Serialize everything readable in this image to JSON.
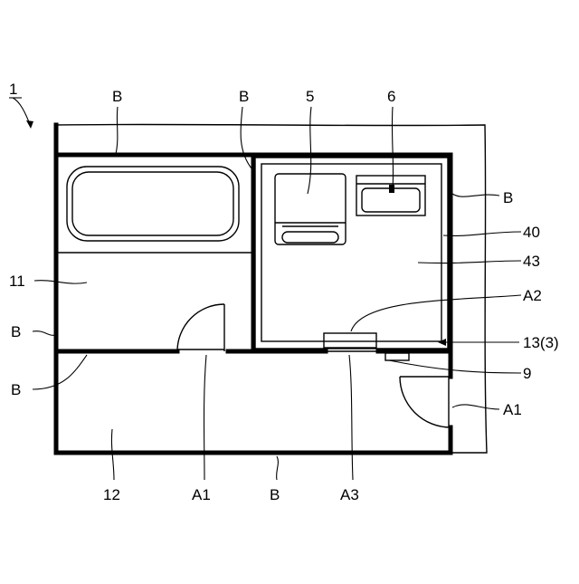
{
  "figure": {
    "ref_main": "1",
    "labels": {
      "b_top_left": "B",
      "b_top_mid": "B",
      "n5": "5",
      "n6": "6",
      "b_right": "B",
      "n40": "40",
      "n43": "43",
      "n11": "11",
      "a2": "A2",
      "b_left_upper": "B",
      "n13": "13(3)",
      "n9": "9",
      "b_left_lower": "B",
      "a1_right": "A1",
      "n12": "12",
      "a1_bottom": "A1",
      "b_bottom": "B",
      "a3": "A3"
    }
  }
}
